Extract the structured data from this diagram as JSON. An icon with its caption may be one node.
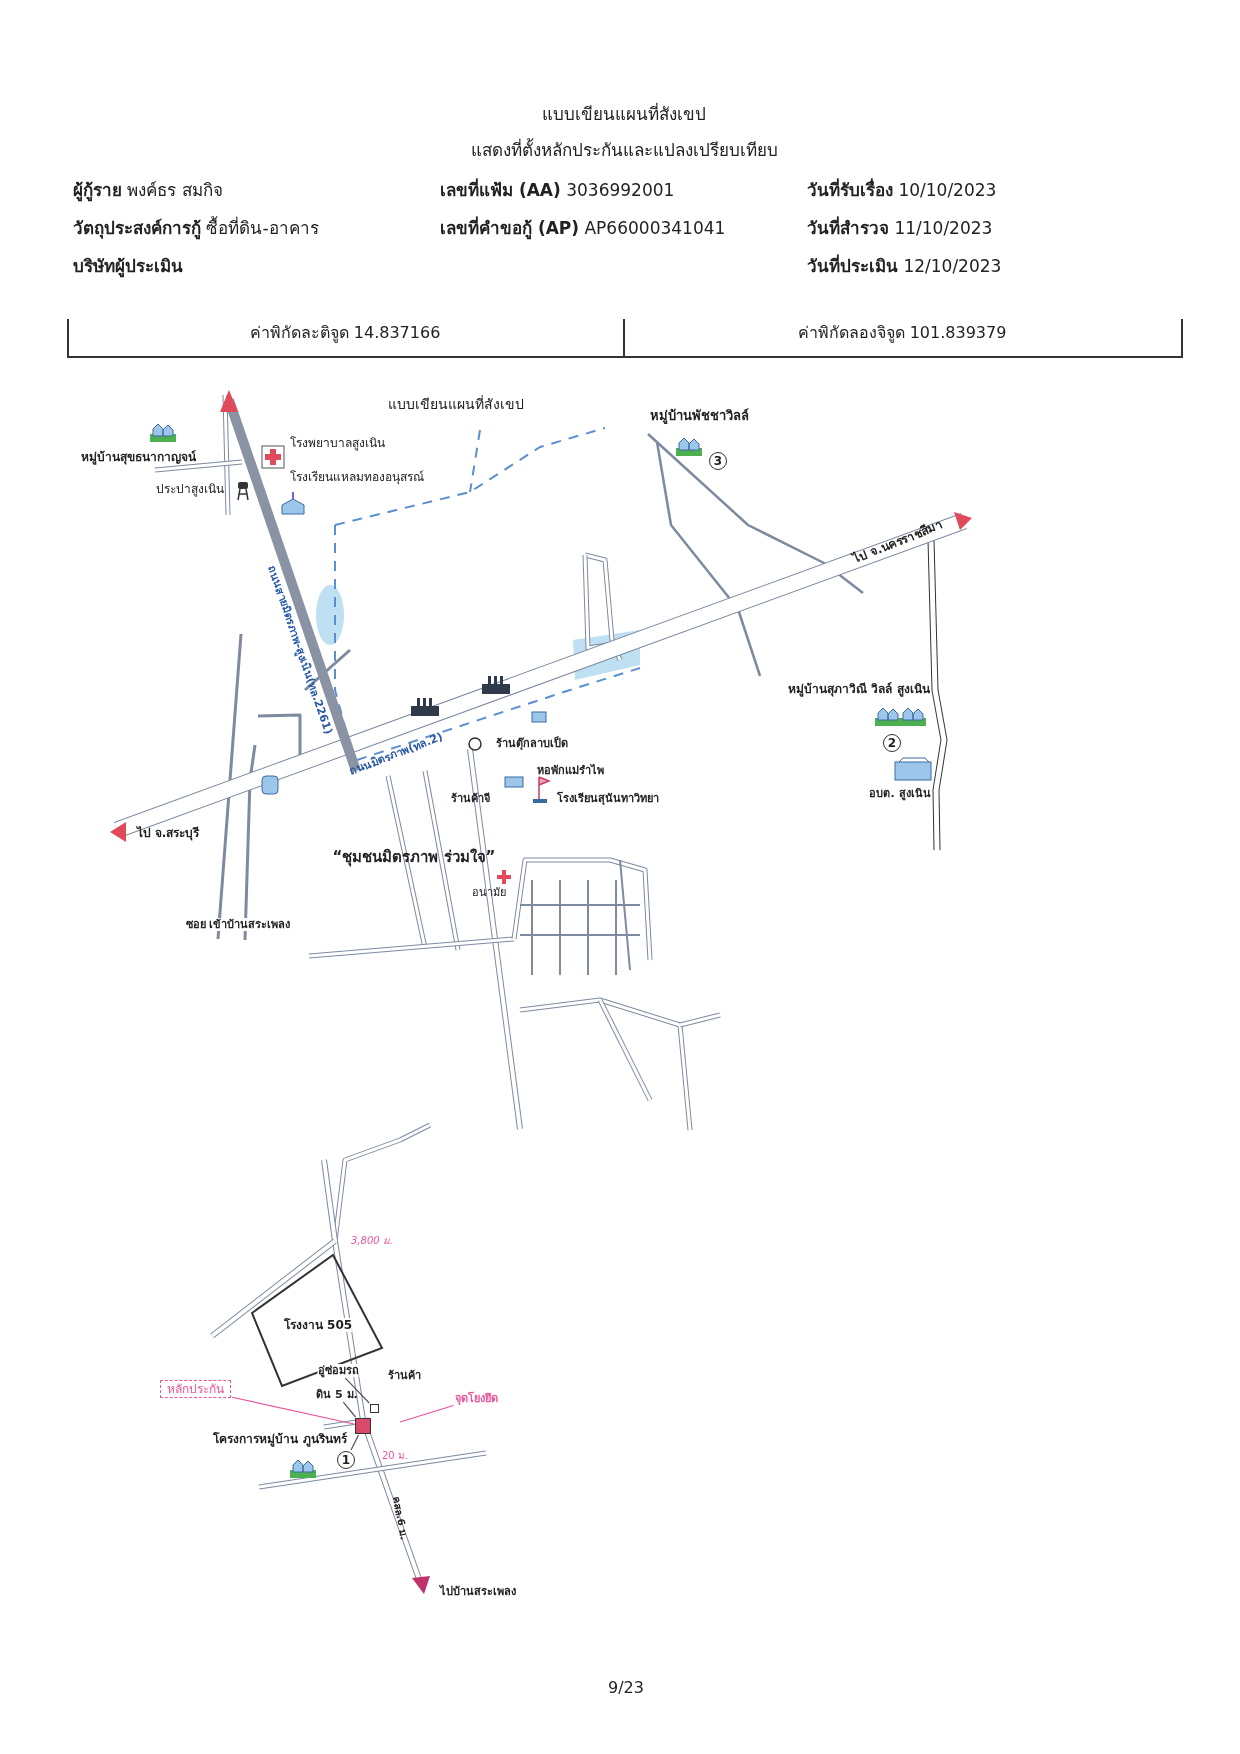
{
  "diagram": {
    "title": "แบบเขียนแผนที่สังเขป",
    "nodes": [
      {
        "text": [
          "หลักประกัน"
        ]
      },
      {
        "text": [],
        "shape": "box"
      },
      {
        "text": [
          "ดิน 5 ม."
        ]
      },
      {
        "text": [
          "อู่ซ่อมรถ"
        ]
      },
      {
        "text": [],
        "shape": "box"
      },
      {
        "text": [
          "จุดโยงยึด"
        ]
      },
      {
        "text": [
          "1"
        ]
      }
    ],
    "edges": [
      {
        "from": 0,
        "to": 1,
        "arrow": "none",
        "color": "#e8559b"
      },
      {
        "from": 2,
        "to": 1,
        "arrow": "none"
      },
      {
        "from": 3,
        "to": 4,
        "arrow": "none"
      },
      {
        "from": 5,
        "to": null,
        "arrow": "none",
        "color": "#e8559b"
      },
      {
        "from": 6,
        "to": 1,
        "arrow": "none"
      }
    ],
    "labels": [
      "แสดงที่ตั้งหลักประกันและแปลงเปรียบเทียบ",
      "**ผู้กู้ราย** พงค์ธร สมกิจ",
      "**เลขที่แฟ้ม (AA)** 3036992001",
      "**วันที่รับเรื่อง** 10/10/2023",
      "**วัตถุประสงค์การกู้** ซื้อที่ดิน-อาคาร",
      "**เลขที่คำขอกู้ (AP)** AP66000341041",
      "**วันที่สำรวจ** 11/10/2023",
      "บริษัทผู้ประเมิน",
      "**วันที่ประเมิน** 12/10/2023",
      "ค่าพิกัดละติจูด 14.837166",
      "ค่าพิกัดลองจิจูด 101.839379",
      "แบบเขียนแผนที่สังเขป",
      "หมู่บ้านพัชชาวิลล์",
      "3",
      "โรงพยาบาลสูงเนิน",
      "หมู่บ้านสุขธนากาญจน์",
      "โรงเรียนแหลมทองอนุสรณ์",
      "ประปาสูงเนิน",
      "ถนนสายมิตรภาพ-สูงเนิน(ทล.2261)",
      "ไป จ.นครราชสีมา",
      "หมู่บ้านสุภาวิณี วิลล์ สูงเนิน",
      "2",
      "อบต. สูงเนิน",
      "ร้านตุ๊กลาบเป็ด",
      "ถนนมิตรภาพ(ทล.2)",
      "หอพักแม่รำไพ",
      "ร้านค้าจี",
      "โรงเรียนสุนันทาวิทยา",
      "ไป จ.สระบุรี",
      "“ชุมชนมิตรภาพ ร่วมใจ”",
      "อนามัย",
      "ซอย เข้าบ้านสระเพลง",
      "3,800 ม.",
      "โรงงาน 505",
      "ร้านค้า",
      "โครงการหมู่บ้าน ภูนรินทร์",
      "20 ม.",
      "คสล.6 ม.",
      "ไปบ้านสระเพลง",
      "9/23"
    ]
  }
}
